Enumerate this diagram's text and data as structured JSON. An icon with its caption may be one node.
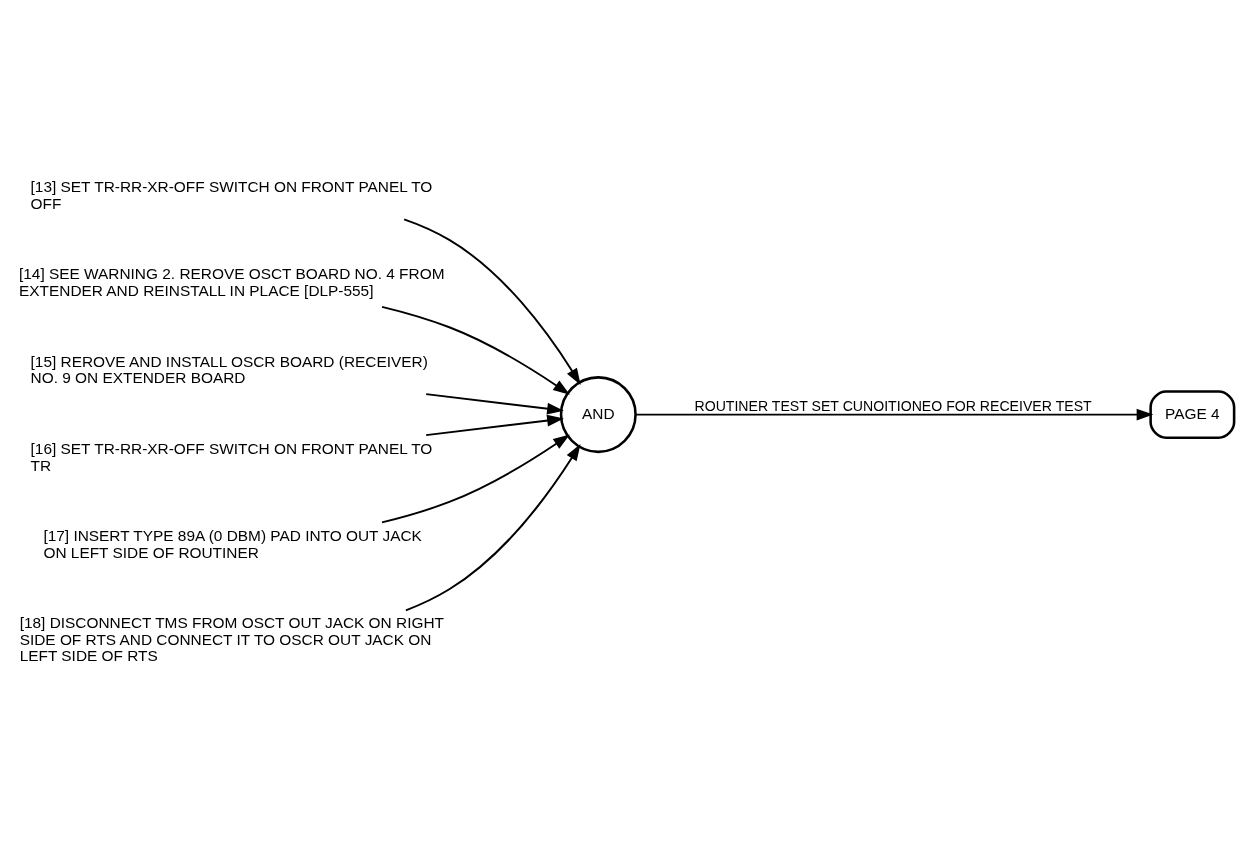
{
  "diagram": {
    "nodes": [
      {
        "text": [
          "[13] SET TR-RR-XR-OFF SWITCH ON FRONT PANEL TO OFF"
        ]
      },
      {
        "text": [
          "[14] SEE WARNING 2. REROVE OSCT BOARD NO. 4 FROM EXTENDER AND REINSTALL IN PLACE [DLP-555]"
        ]
      },
      {
        "text": [
          "[15] REROVE AND INSTALL OSCR BOARD (RECEIVER) NO. 9 ON EXTENDER BOARD"
        ]
      },
      {
        "text": [
          "[16] SET TR-RR-XR-OFF SWITCH ON FRONT PANEL TO TR"
        ]
      },
      {
        "text": [
          "[17] INSERT TYPE 89A (0 DBM) PAD INTO OUT JACK ON LEFT SIDE OF ROUTINER"
        ]
      },
      {
        "text": [
          "[18] DISCONNECT TMS FROM OSCT OUT JACK ON RIGHT SIDE OF RTS AND CONNECT IT TO OSCR OUT JACK ON LEFT SIDE OF RTS"
        ]
      },
      {
        "text": [
          "AND"
        ]
      },
      {
        "text": [
          "PAGE 4"
        ]
      }
    ],
    "edges": [
      {
        "from": 0,
        "to": 6,
        "arrow": "to"
      },
      {
        "from": 1,
        "to": 6,
        "arrow": "to"
      },
      {
        "from": 2,
        "to": 6,
        "arrow": "to"
      },
      {
        "from": 3,
        "to": 6,
        "arrow": "to"
      },
      {
        "from": 4,
        "to": 6,
        "arrow": "to"
      },
      {
        "from": 5,
        "to": 6,
        "arrow": "to"
      },
      {
        "from": 6,
        "to": 7,
        "arrow": "to",
        "label": "ROUTINER TEST SET CUNOITIONEO FOR RECEIVER TEST"
      }
    ]
  }
}
